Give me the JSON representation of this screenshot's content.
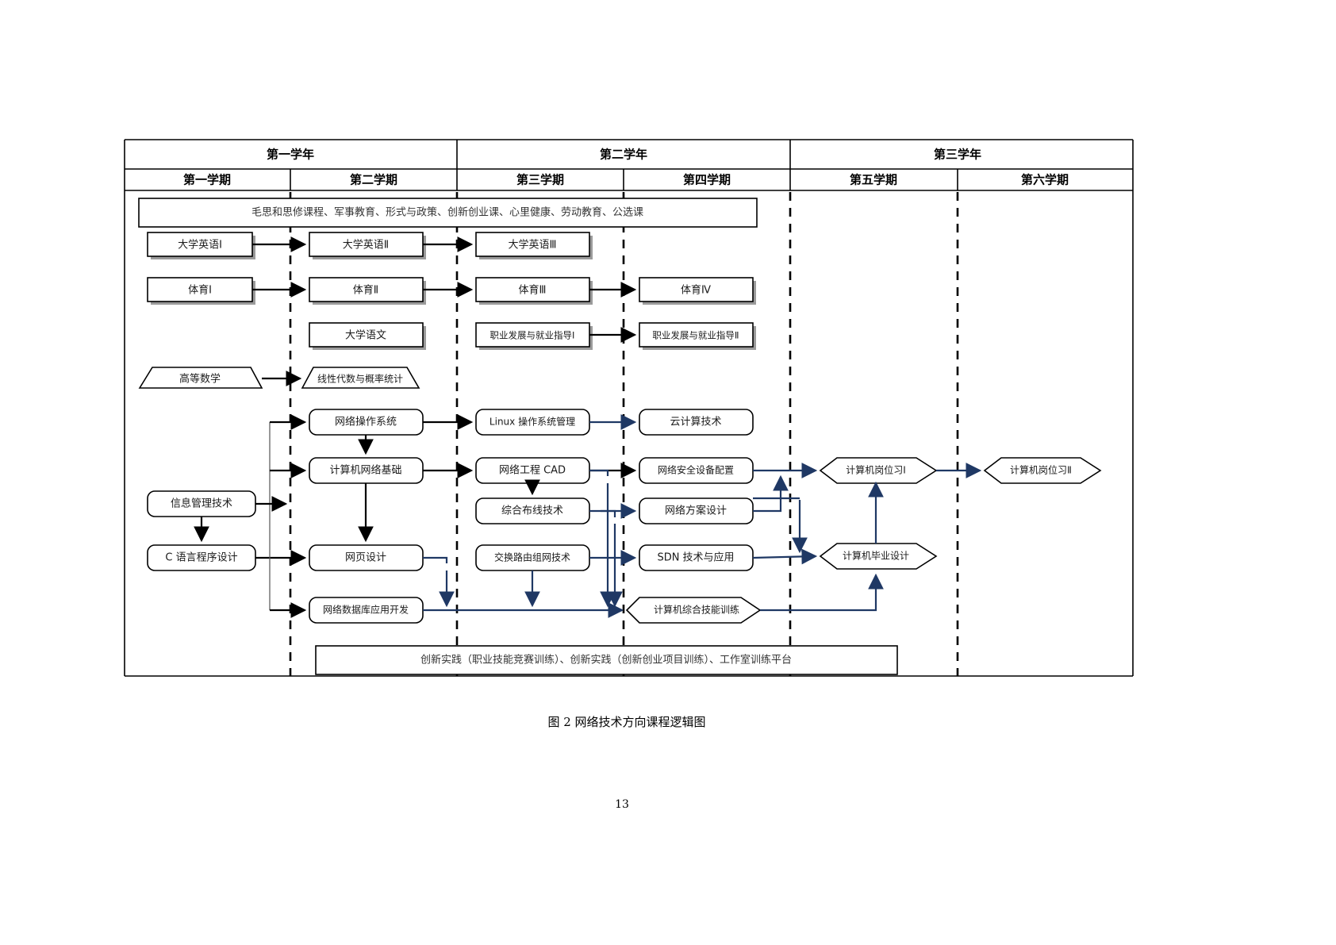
{
  "figure": {
    "caption": "图 2 网络技术方向课程逻辑图",
    "page_number": "13"
  },
  "colors": {
    "arrow_black": "#000000",
    "arrow_blue": "#1f3864",
    "box_stroke": "#000000",
    "box_fill": "#ffffff"
  },
  "header": {
    "years": [
      {
        "label": "第一学年"
      },
      {
        "label": "第二学年"
      },
      {
        "label": "第三学年"
      }
    ],
    "semesters": [
      {
        "label": "第一学期"
      },
      {
        "label": "第二学期"
      },
      {
        "label": "第三学期"
      },
      {
        "label": "第四学期"
      },
      {
        "label": "第五学期"
      },
      {
        "label": "第六学期"
      }
    ]
  },
  "banners": {
    "top": "毛思和思修课程、军事教育、形式与政策、创新创业课、心里健康、劳动教育、公选课",
    "bottom": "创新实践（职业技能竞赛训练）、创新实践（创新创业项目训练）、工作室训练平台"
  },
  "nodes": {
    "english1": "大学英语Ⅰ",
    "english2": "大学英语Ⅱ",
    "english3": "大学英语Ⅲ",
    "pe1": "体育Ⅰ",
    "pe2": "体育Ⅱ",
    "pe3": "体育Ⅲ",
    "pe4": "体育Ⅳ",
    "chinese": "大学语文",
    "career1": "职业发展与就业指导Ⅰ",
    "career2": "职业发展与就业指导Ⅱ",
    "advmath": "高等数学",
    "linalg": "线性代数与概率统计",
    "netos": "网络操作系统",
    "linuxos": "Linux 操作系统管理",
    "cloud": "云计算技术",
    "netbasics": "计算机网络基础",
    "netcad": "网络工程 CAD",
    "netsecdev": "网络安全设备配置",
    "cabling": "综合布线技术",
    "netplan": "网络方案设计",
    "infomgmt": "信息管理技术",
    "clang": "C 语言程序设计",
    "webdesign": "网页设计",
    "switchrouting": "交换路由组网技术",
    "sdn": "SDN 技术与应用",
    "netdb": "网络数据库应用开发",
    "comptrain": "计算机综合技能训练",
    "intern1": "计算机岗位习Ⅰ",
    "intern2": "计算机岗位习Ⅱ",
    "capstone": "计算机毕业设计"
  }
}
